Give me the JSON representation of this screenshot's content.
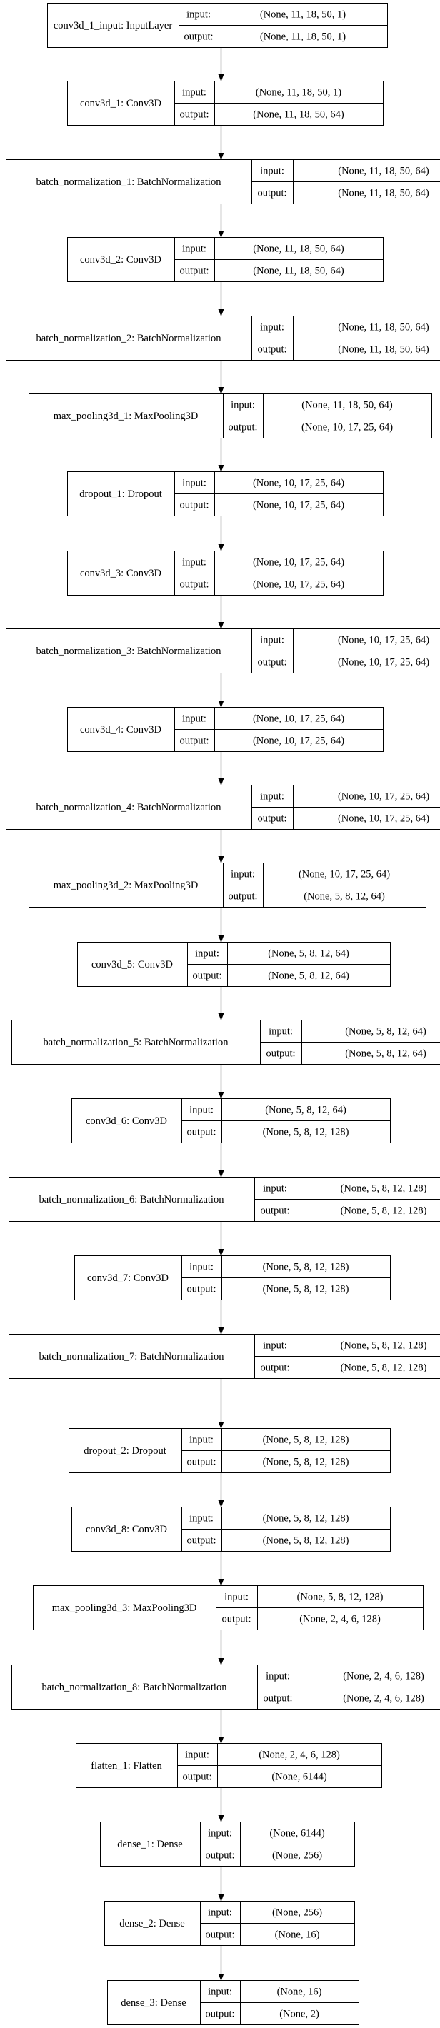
{
  "diagram": {
    "type": "model-graph",
    "port_labels": {
      "input": "input:",
      "output": "output:"
    },
    "layers": [
      {
        "name": "conv3d_1_input: InputLayer",
        "input": "(None, 11, 18, 50, 1)",
        "output": "(None, 11, 18, 50, 1)"
      },
      {
        "name": "conv3d_1: Conv3D",
        "input": "(None, 11, 18, 50, 1)",
        "output": "(None, 11, 18, 50, 64)"
      },
      {
        "name": "batch_normalization_1: BatchNormalization",
        "input": "(None, 11, 18, 50, 64)",
        "output": "(None, 11, 18, 50, 64)"
      },
      {
        "name": "conv3d_2: Conv3D",
        "input": "(None, 11, 18, 50, 64)",
        "output": "(None, 11, 18, 50, 64)"
      },
      {
        "name": "batch_normalization_2: BatchNormalization",
        "input": "(None, 11, 18, 50, 64)",
        "output": "(None, 11, 18, 50, 64)"
      },
      {
        "name": "max_pooling3d_1: MaxPooling3D",
        "input": "(None, 11, 18, 50, 64)",
        "output": "(None, 10, 17, 25, 64)"
      },
      {
        "name": "dropout_1: Dropout",
        "input": "(None, 10, 17, 25, 64)",
        "output": "(None, 10, 17, 25, 64)"
      },
      {
        "name": "conv3d_3: Conv3D",
        "input": "(None, 10, 17, 25, 64)",
        "output": "(None, 10, 17, 25, 64)"
      },
      {
        "name": "batch_normalization_3: BatchNormalization",
        "input": "(None, 10, 17, 25, 64)",
        "output": "(None, 10, 17, 25, 64)"
      },
      {
        "name": "conv3d_4: Conv3D",
        "input": "(None, 10, 17, 25, 64)",
        "output": "(None, 10, 17, 25, 64)"
      },
      {
        "name": "batch_normalization_4: BatchNormalization",
        "input": "(None, 10, 17, 25, 64)",
        "output": "(None, 10, 17, 25, 64)"
      },
      {
        "name": "max_pooling3d_2: MaxPooling3D",
        "input": "(None, 10, 17, 25, 64)",
        "output": "(None, 5, 8, 12, 64)"
      },
      {
        "name": "conv3d_5: Conv3D",
        "input": "(None, 5, 8, 12, 64)",
        "output": "(None, 5, 8, 12, 64)"
      },
      {
        "name": "batch_normalization_5: BatchNormalization",
        "input": "(None, 5, 8, 12, 64)",
        "output": "(None, 5, 8, 12, 64)"
      },
      {
        "name": "conv3d_6: Conv3D",
        "input": "(None, 5, 8, 12, 64)",
        "output": "(None, 5, 8, 12, 128)"
      },
      {
        "name": "batch_normalization_6: BatchNormalization",
        "input": "(None, 5, 8, 12, 128)",
        "output": "(None, 5, 8, 12, 128)"
      },
      {
        "name": "conv3d_7: Conv3D",
        "input": "(None, 5, 8, 12, 128)",
        "output": "(None, 5, 8, 12, 128)"
      },
      {
        "name": "batch_normalization_7: BatchNormalization",
        "input": "(None, 5, 8, 12, 128)",
        "output": "(None, 5, 8, 12, 128)"
      },
      {
        "name": "dropout_2: Dropout",
        "input": "(None, 5, 8, 12, 128)",
        "output": "(None, 5, 8, 12, 128)"
      },
      {
        "name": "conv3d_8: Conv3D",
        "input": "(None, 5, 8, 12, 128)",
        "output": "(None, 5, 8, 12, 128)"
      },
      {
        "name": "max_pooling3d_3: MaxPooling3D",
        "input": "(None, 5, 8, 12, 128)",
        "output": "(None, 2, 4, 6, 128)"
      },
      {
        "name": "batch_normalization_8: BatchNormalization",
        "input": "(None, 2, 4, 6, 128)",
        "output": "(None, 2, 4, 6, 128)"
      },
      {
        "name": "flatten_1: Flatten",
        "input": "(None, 2, 4, 6, 128)",
        "output": "(None, 6144)"
      },
      {
        "name": "dense_1: Dense",
        "input": "(None, 6144)",
        "output": "(None, 256)"
      },
      {
        "name": "dense_2: Dense",
        "input": "(None, 256)",
        "output": "(None, 16)"
      },
      {
        "name": "dense_3: Dense",
        "input": "(None, 16)",
        "output": "(None, 2)"
      }
    ]
  }
}
